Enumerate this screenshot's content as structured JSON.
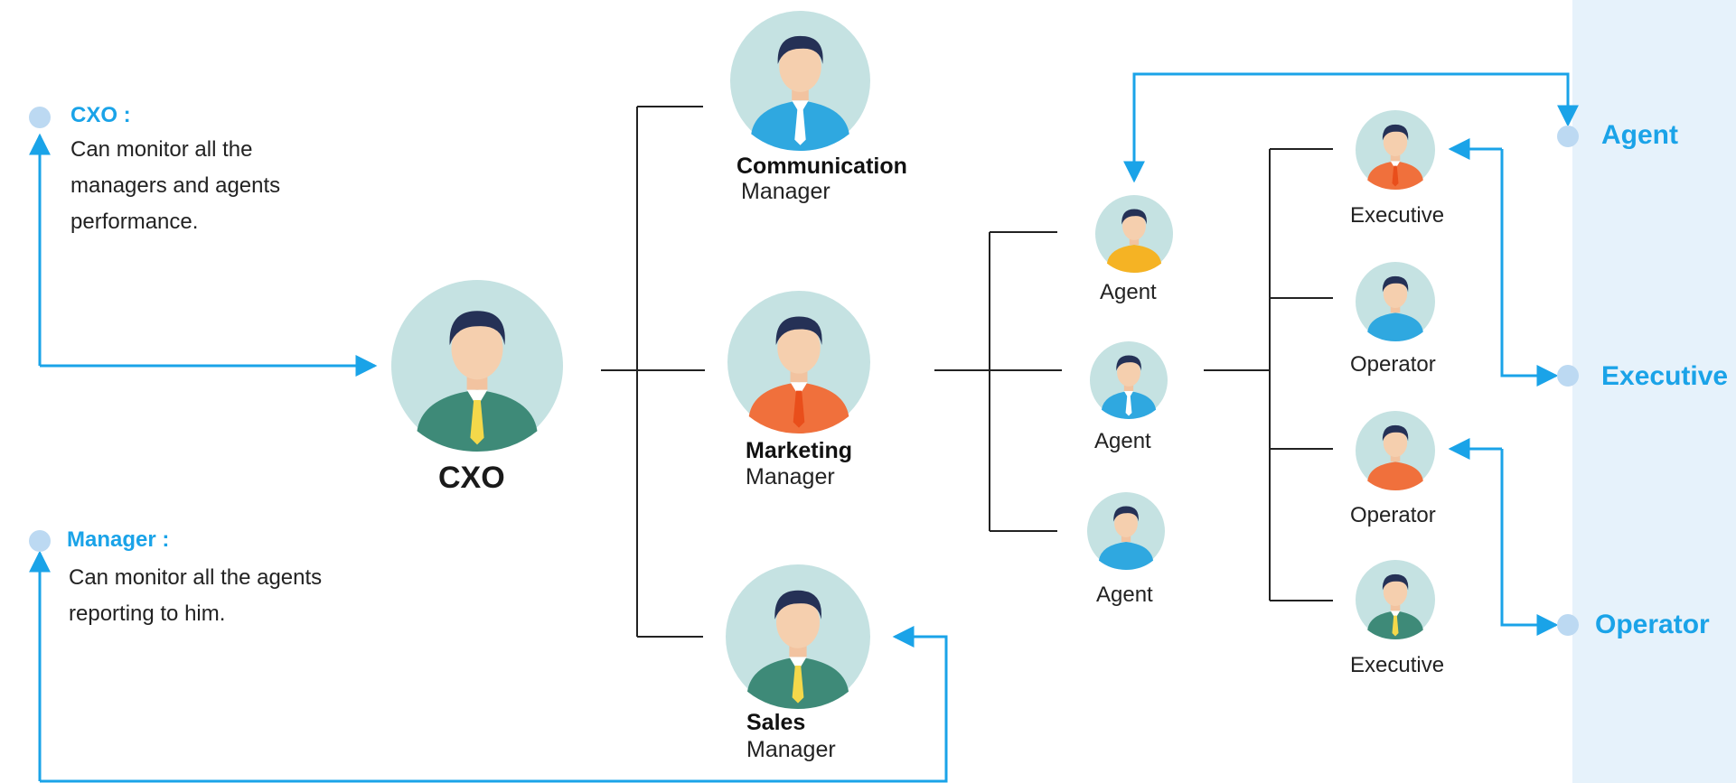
{
  "notes": {
    "cxo": {
      "title": "CXO :",
      "lines": [
        "Can monitor all the",
        "managers and agents",
        "performance."
      ]
    },
    "manager": {
      "title": "Manager :",
      "lines": [
        "Can monitor all the agents",
        "reporting to him."
      ]
    }
  },
  "cxo": {
    "label": "CXO"
  },
  "managers": [
    {
      "title": "Communication",
      "subtitle": "Manager"
    },
    {
      "title": "Marketing",
      "subtitle": "Manager"
    },
    {
      "title": "Sales",
      "subtitle": "Manager"
    }
  ],
  "agents": [
    "Agent",
    "Agent",
    "Agent"
  ],
  "staff": [
    "Executive",
    "Operator",
    "Operator",
    "Executive"
  ],
  "legend": [
    "Agent",
    "Executive",
    "Operator"
  ],
  "colors": {
    "accent": "#1aa3e8",
    "avatar_bg": "#c5e2e2",
    "panel_bg": "#e6f2fb",
    "shirt_green": "#3e8a78",
    "shirt_blue": "#2fa8e0",
    "shirt_orange": "#f0703c",
    "shirt_yellow": "#f5b324",
    "tie_yellow": "#f4d84a"
  },
  "icons": [
    "person-avatar-icon",
    "arrow-icon",
    "dot-icon"
  ]
}
